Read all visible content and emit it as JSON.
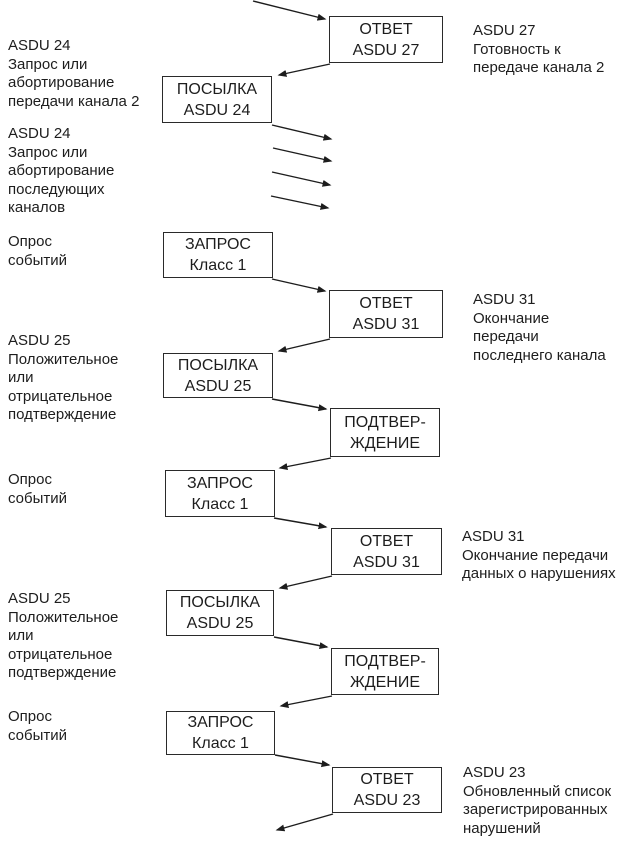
{
  "diagram": {
    "title": "ASDU message exchange sequence",
    "colors": {
      "ink": "#1d1d1d",
      "paper": "#ffffff"
    },
    "boxes": [
      {
        "name": "otvet-asdu-27",
        "text": "ОТВЕТ\nASDU 27"
      },
      {
        "name": "posylka-asdu-24",
        "text": "ПОСЫЛКА\nASDU 24"
      },
      {
        "name": "zapros-klass-1-a",
        "text": "ЗАПРОС\nКласс 1"
      },
      {
        "name": "otvet-asdu-31-a",
        "text": "ОТВЕТ\nASDU 31"
      },
      {
        "name": "posylka-asdu-25-a",
        "text": "ПОСЫЛКА\nASDU 25"
      },
      {
        "name": "podtverzhdenie-a",
        "text": "ПОДТВЕР-\nЖДЕНИЕ"
      },
      {
        "name": "zapros-klass-1-b",
        "text": "ЗАПРОС\nКласс 1"
      },
      {
        "name": "otvet-asdu-31-b",
        "text": "ОТВЕТ\nASDU 31"
      },
      {
        "name": "posylka-asdu-25-b",
        "text": "ПОСЫЛКА\nASDU 25"
      },
      {
        "name": "podtverzhdenie-b",
        "text": "ПОДТВЕР-\nЖДЕНИЕ"
      },
      {
        "name": "zapros-klass-1-c",
        "text": "ЗАПРОС\nКласс 1"
      },
      {
        "name": "otvet-asdu-23",
        "text": "ОТВЕТ\nASDU 23"
      }
    ],
    "left_labels": [
      {
        "name": "asdu-24-request-ch2",
        "text": "ASDU 24\nЗапрос или\nабортирование\nпередачи канала 2"
      },
      {
        "name": "asdu-24-request-next",
        "text": "ASDU 24\nЗапрос или\nабортирование\nпоследующих\nканалов"
      },
      {
        "name": "event-poll-a",
        "text": "Опрос\nсобытий"
      },
      {
        "name": "asdu-25-confirm-a",
        "text": "ASDU 25\nПоложительное\nили\nотрицательное\nподтверждение"
      },
      {
        "name": "event-poll-b",
        "text": "Опрос\nсобытий"
      },
      {
        "name": "asdu-25-confirm-b",
        "text": "ASDU 25\nПоложительное\nили\nотрицательное\nподтверждение"
      },
      {
        "name": "event-poll-c",
        "text": "Опрос\nсобытий"
      }
    ],
    "right_labels": [
      {
        "name": "asdu-27-ready-ch2",
        "text": "ASDU 27\nГотовность к\nпередаче канала 2"
      },
      {
        "name": "asdu-31-end-last-ch",
        "text": "ASDU 31\nОкончание\nпередачи\nпоследнего канала"
      },
      {
        "name": "asdu-31-end-fault-data",
        "text": "ASDU 31\nОкончание передачи\nданных о нарушениях"
      },
      {
        "name": "asdu-23-updated-list",
        "text": "ASDU 23\nОбновленный список\nзарегистрированных\nнарушений"
      }
    ]
  }
}
